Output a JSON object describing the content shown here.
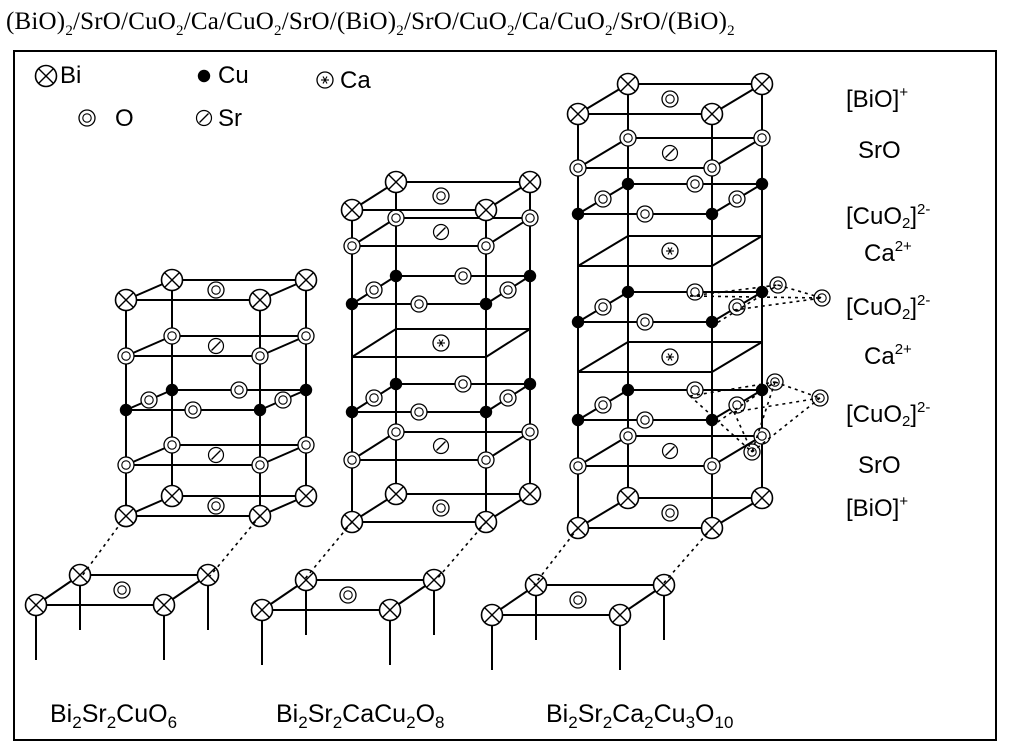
{
  "title": {
    "parts": [
      "(BiO)",
      "2",
      "/SrO/CuO",
      "2",
      "/Ca/CuO",
      "2",
      "/SrO/(BiO)",
      "2",
      "/SrO/CuO",
      "2",
      "/Ca/CuO",
      "2",
      "/SrO/(BiO)",
      "2"
    ]
  },
  "legend": {
    "items": [
      {
        "label": "Bi",
        "symbol": "bi"
      },
      {
        "label": "Cu",
        "symbol": "cu"
      },
      {
        "label": "Ca",
        "symbol": "ca"
      },
      {
        "label": "O",
        "symbol": "o"
      },
      {
        "label": "Sr",
        "symbol": "sr"
      }
    ]
  },
  "layer_labels": {
    "bio_top": {
      "main": "[BiO]",
      "sup": "+"
    },
    "sro_top": {
      "main": "SrO"
    },
    "cuo2_1": {
      "main": "[CuO",
      "sub": "2",
      "close": "]",
      "sup": "2-"
    },
    "ca_1": {
      "main": "Ca",
      "sup": "2+"
    },
    "cuo2_2": {
      "main": "[CuO",
      "sub": "2",
      "close": "]",
      "sup": "2-"
    },
    "ca_2": {
      "main": "Ca",
      "sup": "2+"
    },
    "cuo2_3": {
      "main": "[CuO",
      "sub": "2",
      "close": "]",
      "sup": "2-"
    },
    "sro_bottom": {
      "main": "SrO"
    },
    "bio_bottom": {
      "main": "[BiO]",
      "sup": "+"
    }
  },
  "formulas": [
    {
      "parts": [
        "Bi",
        "2",
        "Sr",
        "2",
        "CuO",
        "6"
      ]
    },
    {
      "parts": [
        "Bi",
        "2",
        "Sr",
        "2",
        "CaCu",
        "2",
        "O",
        "8"
      ]
    },
    {
      "parts": [
        "Bi",
        "2",
        "Sr",
        "2",
        "Ca",
        "2",
        "Cu",
        "3",
        "O",
        "10"
      ]
    }
  ],
  "structures": [
    {
      "name": "Bi2Sr2CuO6",
      "layers": [
        "bi",
        "sr",
        "cu",
        "sr",
        "bi"
      ]
    },
    {
      "name": "Bi2Sr2CaCu2O8",
      "layers": [
        "bi",
        "sr",
        "cu",
        "ca",
        "cu",
        "sr",
        "bi"
      ]
    },
    {
      "name": "Bi2Sr2Ca2Cu3O10",
      "layers": [
        "bi",
        "sr",
        "cu",
        "ca",
        "cu",
        "ca",
        "cu",
        "sr",
        "bi"
      ]
    }
  ],
  "colors": {
    "ink": "#000000",
    "paper": "#ffffff"
  }
}
